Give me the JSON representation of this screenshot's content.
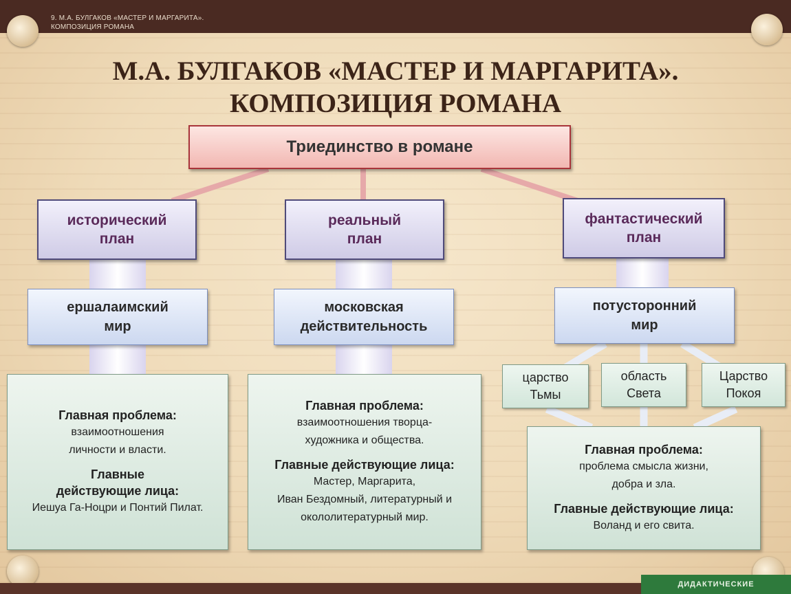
{
  "header_caption": [
    "9. М.А. БУЛГАКОВ «МАСТЕР И МАРГАРИТА».",
    "КОМПОЗИЦИЯ РОМАНА"
  ],
  "title": [
    "М.А. БУЛГАКОВ «МАСТЕР И МАРГАРИТА».",
    "КОМПОЗИЦИЯ РОМАНА"
  ],
  "root": "Триединство в романе",
  "plans": [
    [
      "исторический",
      "план"
    ],
    [
      "реальный",
      "план"
    ],
    [
      "фантастический",
      "план"
    ]
  ],
  "worlds": [
    [
      "ершалаимский",
      "мир"
    ],
    [
      "московская",
      "действительность"
    ],
    [
      "потусторонний",
      "мир"
    ]
  ],
  "realms": [
    [
      "царство",
      "Тьмы"
    ],
    [
      "область",
      "Света"
    ],
    [
      "Царство",
      "Покоя"
    ]
  ],
  "details": [
    {
      "problem_label": "Главная проблема:",
      "problem": [
        "взаимоотношения",
        "личности и власти."
      ],
      "characters_label": [
        "Главные",
        "действующие лица:"
      ],
      "characters": [
        "Иешуа Га-Ноцри и Понтий Пилат."
      ]
    },
    {
      "problem_label": "Главная проблема:",
      "problem": [
        "взаимоотношения творца-",
        "художника и общества."
      ],
      "characters_label": [
        "Главные действующие лица:"
      ],
      "characters": [
        "Мастер, Маргарита,",
        "Иван Бездомный, литературный и",
        "окололитературный мир."
      ]
    },
    {
      "problem_label": "Главная проблема:",
      "problem": [
        "проблема смысла жизни,",
        "добра и зла."
      ],
      "characters_label": [
        "Главные действующие лица:"
      ],
      "characters": [
        "Воланд и его свита."
      ]
    }
  ],
  "corner_label": "ДИДАКТИЧЕСКИЕ"
}
